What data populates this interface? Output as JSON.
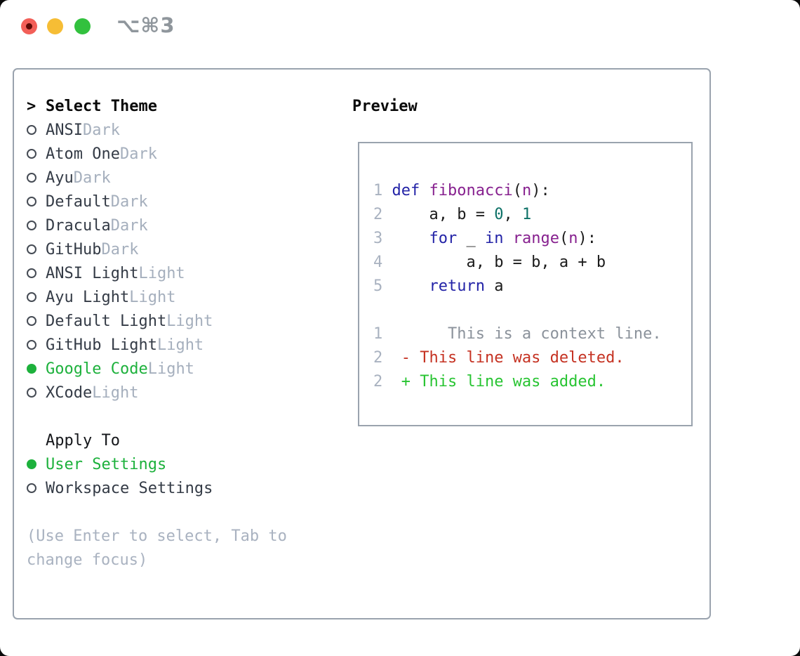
{
  "window": {
    "shortcut": "⌥⌘3"
  },
  "colors": {
    "accent_green": "#1db13c",
    "panel_border": "#9aa3ae",
    "kw": "#2323a7",
    "fn": "#87218f",
    "num": "#0d7167",
    "plain": "#1b1b1b",
    "lineno": "#a9b2c0",
    "ctx": "#8b929b",
    "del": "#c53222",
    "add": "#28c432"
  },
  "theme_selector": {
    "header_marker": ">",
    "header": "Select Theme",
    "items": [
      {
        "name": "ANSI",
        "variant": "Dark",
        "selected": false
      },
      {
        "name": "Atom One",
        "variant": "Dark",
        "selected": false
      },
      {
        "name": "Ayu",
        "variant": "Dark",
        "selected": false
      },
      {
        "name": "Default",
        "variant": "Dark",
        "selected": false
      },
      {
        "name": "Dracula",
        "variant": "Dark",
        "selected": false
      },
      {
        "name": "GitHub",
        "variant": "Dark",
        "selected": false
      },
      {
        "name": "ANSI Light",
        "variant": "Light",
        "selected": false
      },
      {
        "name": "Ayu Light",
        "variant": "Light",
        "selected": false
      },
      {
        "name": "Default Light",
        "variant": "Light",
        "selected": false
      },
      {
        "name": "GitHub Light",
        "variant": "Light",
        "selected": false
      },
      {
        "name": "Google Code",
        "variant": "Light",
        "selected": true
      },
      {
        "name": "XCode",
        "variant": "Light",
        "selected": false
      }
    ]
  },
  "apply_to": {
    "header": "Apply To",
    "options": [
      {
        "label": "User Settings",
        "selected": true
      },
      {
        "label": "Workspace Settings",
        "selected": false
      }
    ]
  },
  "help": {
    "line1": "(Use Enter to select, Tab to",
    "line2": "change focus)"
  },
  "preview": {
    "header": "Preview",
    "code_lines": [
      [
        [
          "lineno",
          "1 "
        ],
        [
          "kw",
          "def"
        ],
        [
          "plain",
          " "
        ],
        [
          "fn",
          "fibonacci"
        ],
        [
          "plain",
          "("
        ],
        [
          "fn",
          "n"
        ],
        [
          "plain",
          "):"
        ]
      ],
      [
        [
          "lineno",
          "2 "
        ],
        [
          "plain",
          "    a, b = "
        ],
        [
          "num",
          "0"
        ],
        [
          "plain",
          ", "
        ],
        [
          "num",
          "1"
        ]
      ],
      [
        [
          "lineno",
          "3 "
        ],
        [
          "plain",
          "    "
        ],
        [
          "kw",
          "for"
        ],
        [
          "plain",
          " _ "
        ],
        [
          "kw",
          "in"
        ],
        [
          "plain",
          " "
        ],
        [
          "fn",
          "range"
        ],
        [
          "plain",
          "("
        ],
        [
          "fn",
          "n"
        ],
        [
          "plain",
          "):"
        ]
      ],
      [
        [
          "lineno",
          "4 "
        ],
        [
          "plain",
          "        a, b = b, a + b"
        ]
      ],
      [
        [
          "lineno",
          "5 "
        ],
        [
          "plain",
          "    "
        ],
        [
          "kw",
          "return"
        ],
        [
          "plain",
          " a"
        ]
      ],
      [],
      [
        [
          "lineno",
          "1 "
        ],
        [
          "ctx",
          "      This is a context line."
        ]
      ],
      [
        [
          "lineno",
          "2 "
        ],
        [
          "del",
          " - This line was deleted."
        ]
      ],
      [
        [
          "lineno",
          "2 "
        ],
        [
          "add",
          " + This line was added."
        ]
      ]
    ]
  }
}
